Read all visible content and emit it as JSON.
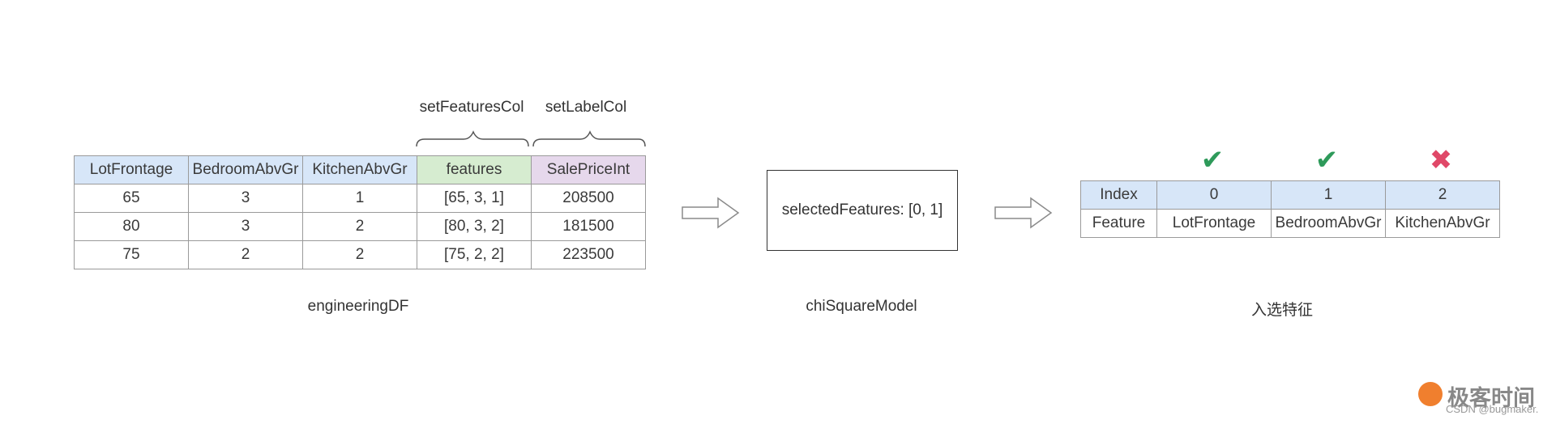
{
  "engineering_df": {
    "columns": [
      "LotFrontage",
      "BedroomAbvGr",
      "KitchenAbvGr",
      "features",
      "SalePriceInt"
    ],
    "rows": [
      [
        "65",
        "3",
        "1",
        "[65, 3, 1]",
        "208500"
      ],
      [
        "80",
        "3",
        "2",
        "[80, 3, 2]",
        "181500"
      ],
      [
        "75",
        "2",
        "2",
        "[75, 2, 2]",
        "223500"
      ]
    ],
    "caption": "engineeringDF",
    "brace_labels": {
      "features": "setFeaturesCol",
      "label": "setLabelCol"
    }
  },
  "model": {
    "box_text": "selectedFeatures: [0, 1]",
    "caption": "chiSquareModel"
  },
  "selection": {
    "index_header": "Index",
    "indices": [
      "0",
      "1",
      "2"
    ],
    "feature_header": "Feature",
    "features": [
      "LotFrontage",
      "BedroomAbvGr",
      "KitchenAbvGr"
    ],
    "marks": [
      "✔",
      "✔",
      "✖"
    ],
    "caption": "入选特征"
  },
  "colors": {
    "header_blue": "#d7e6f8",
    "header_green": "#d6ecd0",
    "header_purple": "#e6d8ec",
    "check_green": "#2e9a5a",
    "cross_red": "#e04868"
  },
  "icons": [
    "brace-icon",
    "arrow-right-icon",
    "check-icon",
    "cross-icon",
    "logo-icon"
  ],
  "brand": {
    "logo_text": "极客时间",
    "watermark": "CSDN @bugmaker."
  }
}
